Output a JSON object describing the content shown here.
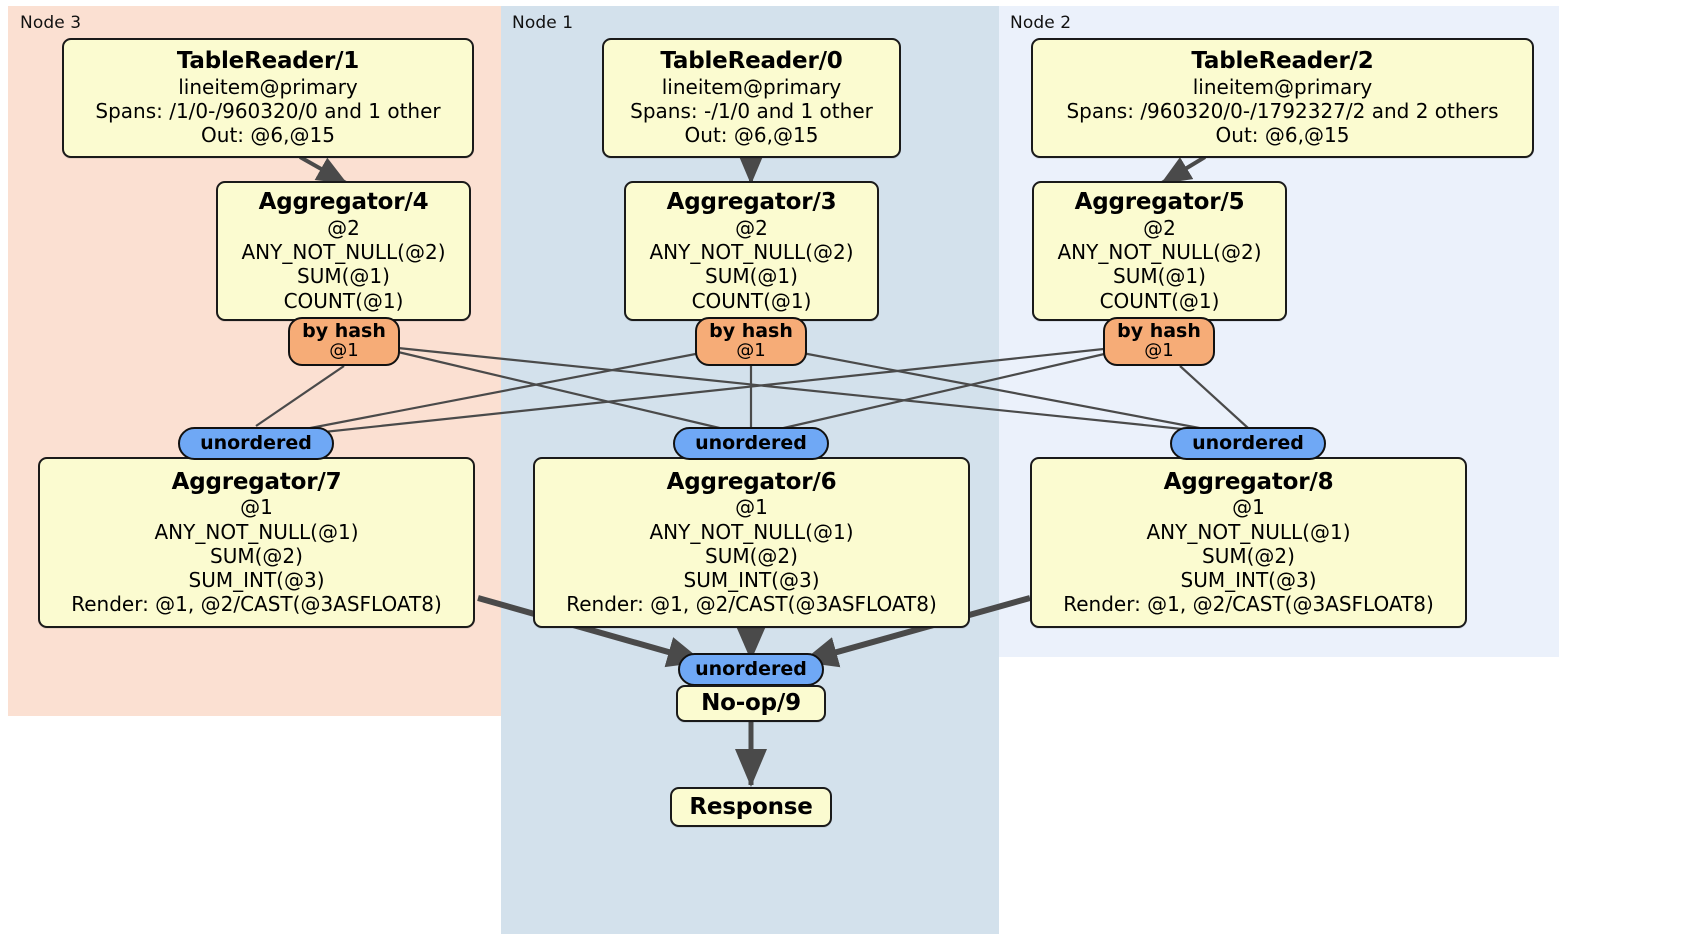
{
  "diagram": {
    "type": "distributed-query-plan",
    "colors": {
      "node3_panel": "#fbe0d2",
      "node1_panel": "#d3e1ec",
      "node2_panel": "#ebf1fb",
      "processor_box": "#fbfbd0",
      "router_badge": "#f6ac77",
      "collector_badge": "#6fa8f5",
      "edge": "#4a4a4a",
      "border": "#1a1a1a"
    }
  },
  "panels": [
    {
      "id": "node3",
      "label": "Node 3"
    },
    {
      "id": "node1",
      "label": "Node 1"
    },
    {
      "id": "node2",
      "label": "Node 2"
    }
  ],
  "processors": {
    "table_reader_1": {
      "title": "TableReader/1",
      "lines": [
        "lineitem@primary",
        "Spans: /1/0-/960320/0 and 1 other",
        "Out: @6,@15"
      ]
    },
    "table_reader_0": {
      "title": "TableReader/0",
      "lines": [
        "lineitem@primary",
        "Spans: -/1/0 and 1 other",
        "Out: @6,@15"
      ]
    },
    "table_reader_2": {
      "title": "TableReader/2",
      "lines": [
        "lineitem@primary",
        "Spans: /960320/0-/1792327/2 and 2 others",
        "Out: @6,@15"
      ]
    },
    "aggregator_4": {
      "title": "Aggregator/4",
      "lines": [
        "@2",
        "ANY_NOT_NULL(@2)",
        "SUM(@1)",
        "COUNT(@1)"
      ]
    },
    "aggregator_3": {
      "title": "Aggregator/3",
      "lines": [
        "@2",
        "ANY_NOT_NULL(@2)",
        "SUM(@1)",
        "COUNT(@1)"
      ]
    },
    "aggregator_5": {
      "title": "Aggregator/5",
      "lines": [
        "@2",
        "ANY_NOT_NULL(@2)",
        "SUM(@1)",
        "COUNT(@1)"
      ]
    },
    "aggregator_7": {
      "title": "Aggregator/7",
      "lines": [
        "@1",
        "ANY_NOT_NULL(@1)",
        "SUM(@2)",
        "SUM_INT(@3)",
        "Render: @1, @2/CAST(@3ASFLOAT8)"
      ]
    },
    "aggregator_6": {
      "title": "Aggregator/6",
      "lines": [
        "@1",
        "ANY_NOT_NULL(@1)",
        "SUM(@2)",
        "SUM_INT(@3)",
        "Render: @1, @2/CAST(@3ASFLOAT8)"
      ]
    },
    "aggregator_8": {
      "title": "Aggregator/8",
      "lines": [
        "@1",
        "ANY_NOT_NULL(@1)",
        "SUM(@2)",
        "SUM_INT(@3)",
        "Render: @1, @2/CAST(@3ASFLOAT8)"
      ]
    },
    "noop_9": {
      "title": "No-op/9",
      "lines": []
    },
    "response": {
      "title": "Response",
      "lines": []
    }
  },
  "routers": [
    {
      "id": "by-hash-left",
      "label": "by hash",
      "sublabel": "@1"
    },
    {
      "id": "by-hash-center",
      "label": "by hash",
      "sublabel": "@1"
    },
    {
      "id": "by-hash-right",
      "label": "by hash",
      "sublabel": "@1"
    }
  ],
  "collectors": [
    {
      "id": "unordered-left",
      "label": "unordered"
    },
    {
      "id": "unordered-center",
      "label": "unordered"
    },
    {
      "id": "unordered-right",
      "label": "unordered"
    },
    {
      "id": "unordered-final",
      "label": "unordered"
    }
  ]
}
